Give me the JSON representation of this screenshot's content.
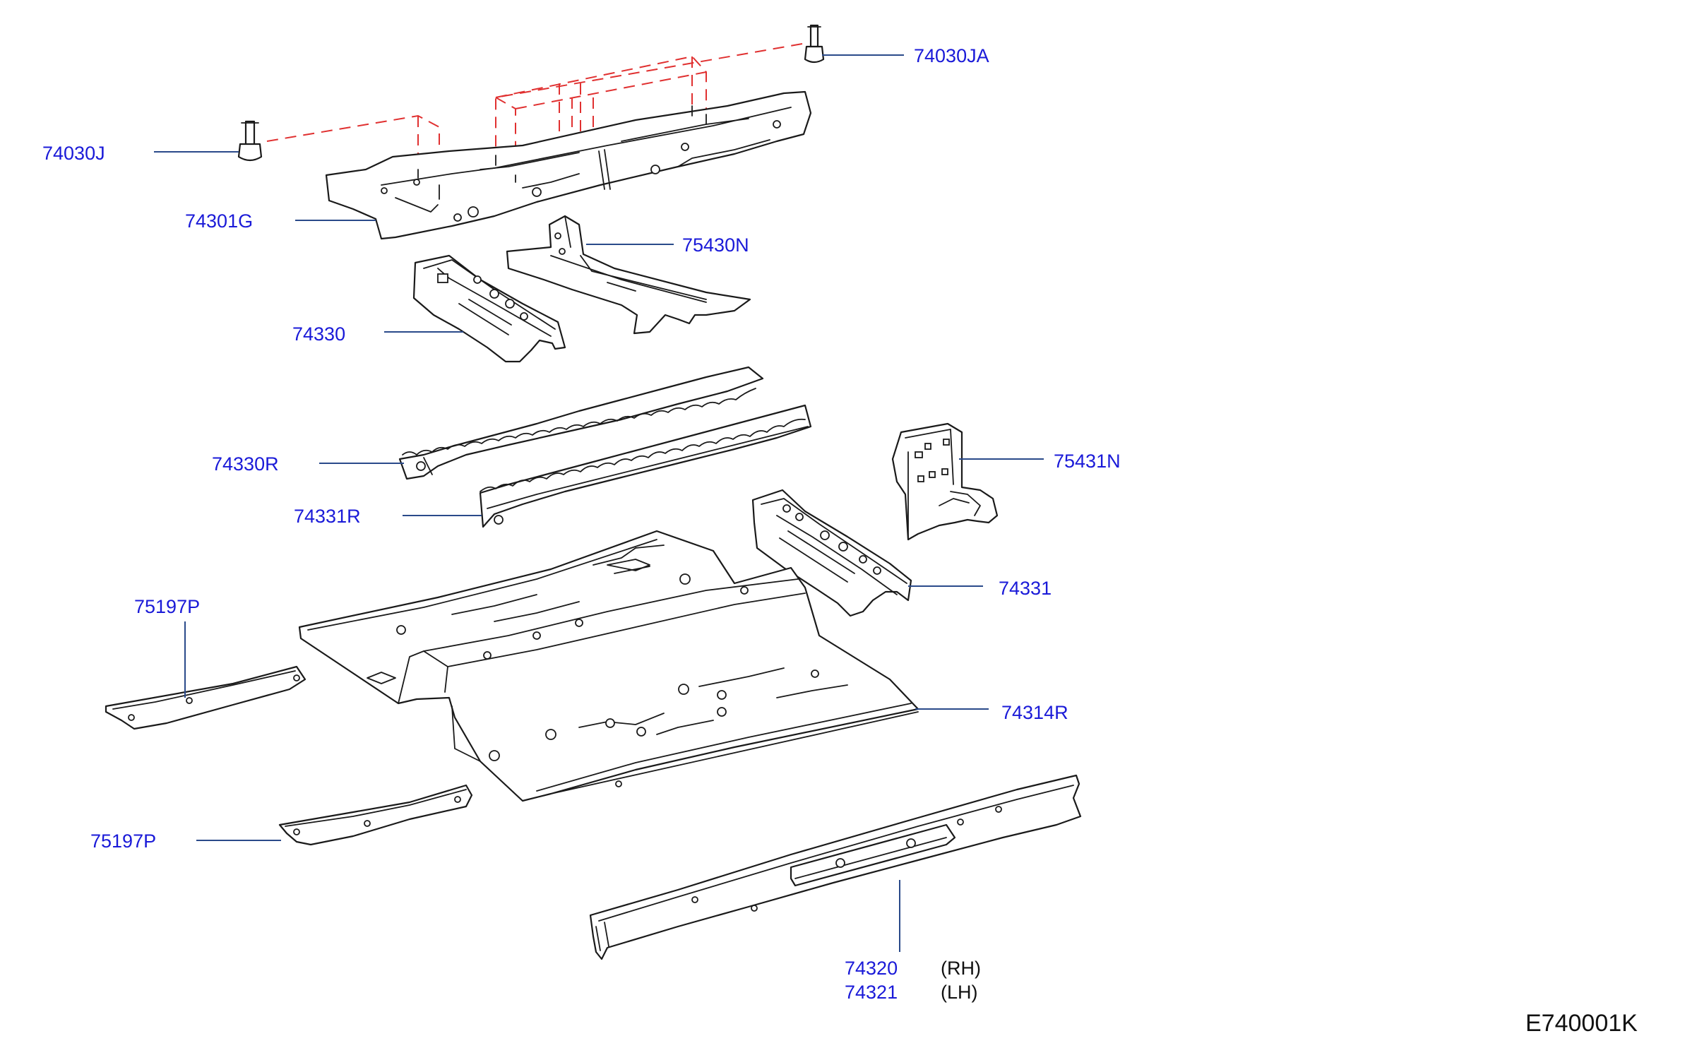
{
  "diagram_code": "E740001K",
  "parts": [
    {
      "id": "74030JA",
      "label": "74030JA"
    },
    {
      "id": "74030J",
      "label": "74030J"
    },
    {
      "id": "74301G",
      "label": "74301G"
    },
    {
      "id": "75430N",
      "label": "75430N"
    },
    {
      "id": "74330",
      "label": "74330"
    },
    {
      "id": "74330R",
      "label": "74330R"
    },
    {
      "id": "75431N",
      "label": "75431N"
    },
    {
      "id": "74331R",
      "label": "74331R"
    },
    {
      "id": "74331",
      "label": "74331"
    },
    {
      "id": "75197P_upper",
      "label": "75197P"
    },
    {
      "id": "74314R",
      "label": "74314R"
    },
    {
      "id": "75197P_lower",
      "label": "75197P"
    },
    {
      "id": "74320",
      "label": "74320",
      "side": "(RH)"
    },
    {
      "id": "74321",
      "label": "74321",
      "side": "(LH)"
    }
  ],
  "colors": {
    "label": "#1a1ad8",
    "leader": "#2a4a8a",
    "dashed_guide": "#e03030",
    "outline": "#1a1a1a"
  }
}
